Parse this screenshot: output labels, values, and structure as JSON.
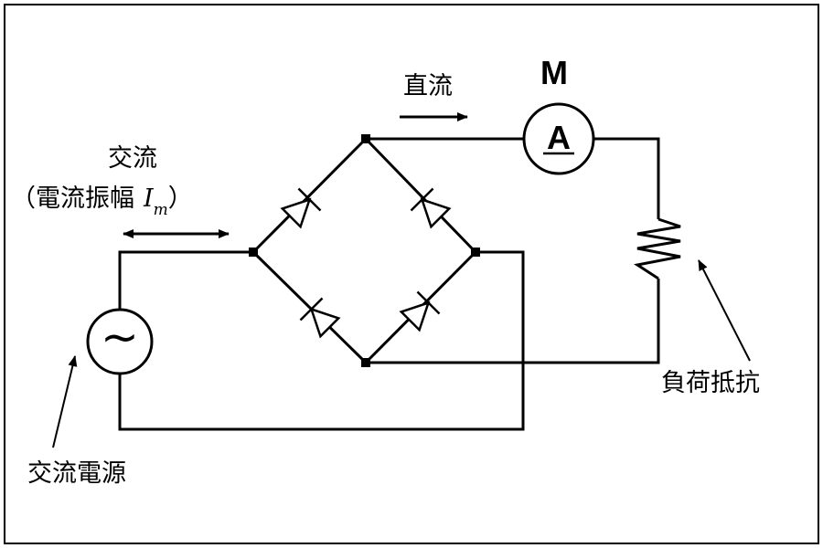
{
  "labels": {
    "direct_current": "直流",
    "meter_name": "M",
    "meter_symbol": "A",
    "ac_label": "交流",
    "ac_amplitude_open": "（電流振幅",
    "ac_amplitude_symbol": "I",
    "ac_amplitude_subscript": "m",
    "ac_amplitude_close": "）",
    "load_resistor": "負荷抵抗",
    "ac_source": "交流電源",
    "ac_source_symbol": "~"
  },
  "colors": {
    "line": "#000000",
    "background": "#ffffff"
  }
}
